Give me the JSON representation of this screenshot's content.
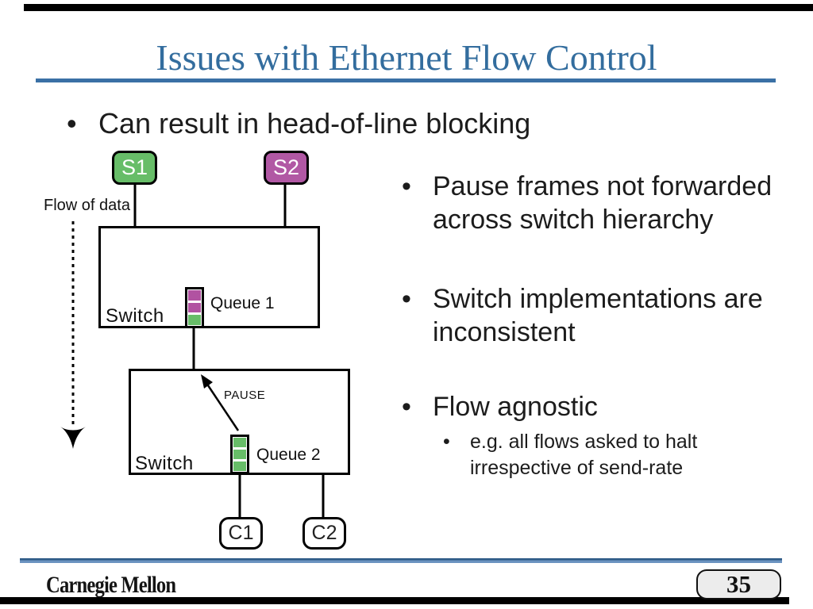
{
  "slide": {
    "title": "Issues with Ethernet Flow Control",
    "main_bullet": "Can result in head-of-line blocking",
    "bullets": [
      {
        "lines": [
          "Pause frames not forwarded",
          "across switch hierarchy"
        ]
      },
      {
        "lines": [
          "Switch implementations are",
          "inconsistent"
        ]
      },
      {
        "lines": [
          "Flow agnostic"
        ]
      }
    ],
    "sub_bullet": {
      "lines": [
        "e.g. all flows asked to halt",
        "irrespective of send-rate"
      ]
    },
    "bullet_glyph": "•"
  },
  "diagram": {
    "flow_label": "Flow of data",
    "senders": {
      "s1": {
        "label": "S1",
        "color": "#67bd68"
      },
      "s2": {
        "label": "S2",
        "color": "#b158a4"
      }
    },
    "switch1": {
      "label": "Switch",
      "queue_label": "Queue 1",
      "queue_colors": [
        "#b152a1",
        "#b152a1",
        "#67bd68"
      ]
    },
    "switch2": {
      "label": "Switch",
      "queue_label": "Queue 2",
      "pause_label": "PAUSE",
      "queue_colors": [
        "#67bd68",
        "#67bd68",
        "#67bd68"
      ]
    },
    "clients": {
      "c1": {
        "label": "C1"
      },
      "c2": {
        "label": "C2"
      }
    }
  },
  "footer": {
    "logo_text": "Carnegie Mellon",
    "page_number": "35"
  },
  "colors": {
    "title_blue": "#336d9e",
    "rule_blue": "#3a70a5",
    "green": "#67bd68",
    "purple": "#b152a1",
    "badge_bg": "#ececec"
  }
}
